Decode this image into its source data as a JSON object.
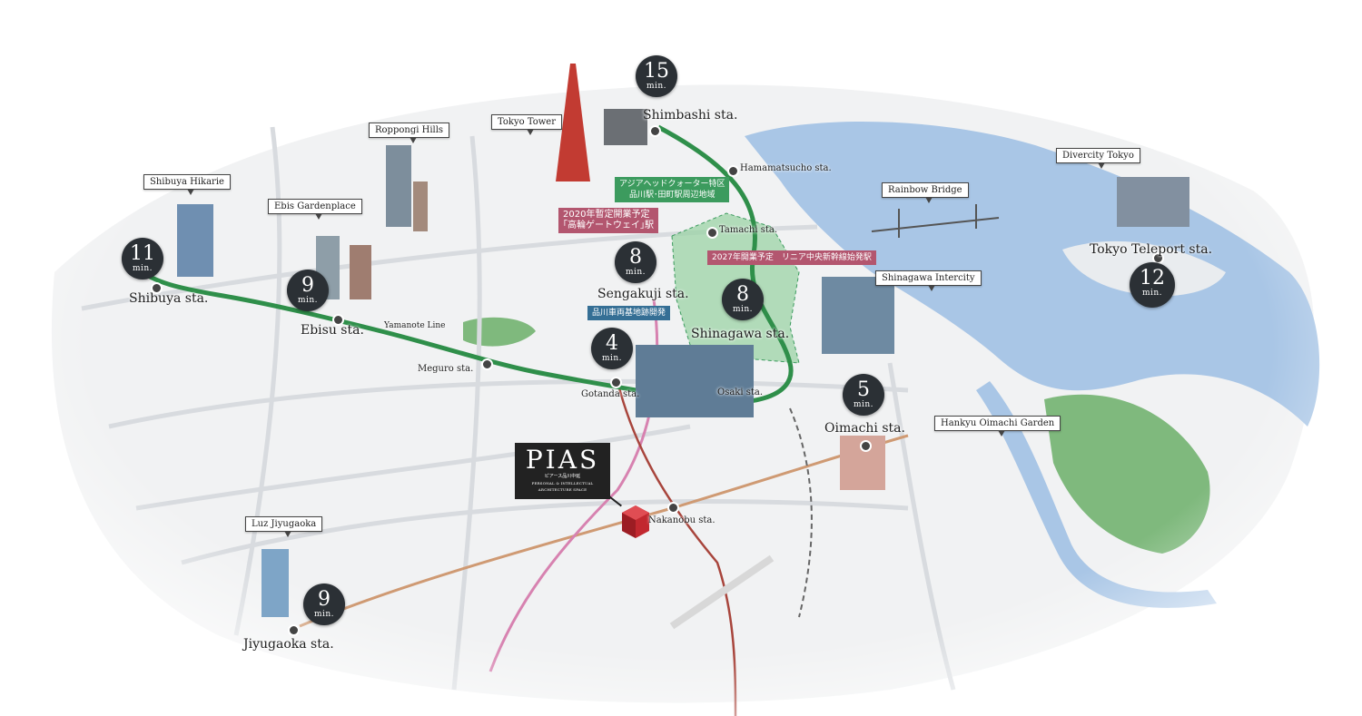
{
  "colors": {
    "water": "#a9c6e6",
    "land": "#f3f4f5",
    "road": "#d7dade",
    "green_area": "#74b574",
    "yamanote_line": "#2f8f4a",
    "pink_line": "#d782b0",
    "red_line": "#a8453c",
    "orange_line": "#cf9a73",
    "badge": "#2b3035",
    "dev_zone": "#9bd3a6"
  },
  "landmarks": {
    "tokyo_tower": "Tokyo Tower",
    "roppongi_hills": "Roppongi Hills",
    "shibuya_hikarie": "Shibuya Hikarie",
    "ebis_gardenplace": "Ebis Gardenplace",
    "rainbow_bridge": "Rainbow Bridge",
    "divercity_tokyo": "Divercity Tokyo",
    "shinagawa_intercity": "Shinagawa Intercity",
    "hankyu_oimachi_garden": "Hankyu Oimachi Garden",
    "luz_jiyugaoka": "Luz Jiyugaoka"
  },
  "time_unit": "min.",
  "times": {
    "shimbashi": "15",
    "shibuya": "11",
    "ebisu": "9",
    "sengakuji": "8",
    "shinagawa": "8",
    "gotanda": "4",
    "oimachi": "5",
    "tokyo_teleport": "12",
    "jiyugaoka": "9"
  },
  "stations": {
    "shimbashi": "Shimbashi sta.",
    "hamamatsucho": "Hamamatsucho sta.",
    "tamachi": "Tamachi sta.",
    "shibuya": "Shibuya sta.",
    "ebisu": "Ebisu sta.",
    "meguro": "Meguro sta.",
    "sengakuji": "Sengakuji sta.",
    "shinagawa": "Shinagawa sta.",
    "gotanda": "Gotanda sta.",
    "osaki": "Osaki sta.",
    "oimachi": "Oimachi sta.",
    "nakanobu": "Nakanobu sta.",
    "tokyo_teleport": "Tokyo Teleport sta.",
    "jiyugaoka": "Jiyugaoka sta."
  },
  "line_label": "Yamanote Line",
  "tags": {
    "asia_hq_1": "アジアヘッドクォーター特区",
    "asia_hq_2": "品川駅･田町駅周辺地域",
    "takanawa_1": "2020年暫定開業予定",
    "takanawa_2": "｢高輪ゲートウェイ｣駅",
    "linear": "2027年開業予定　リニア中央新幹線始発駅",
    "depot": "品川車両基地跡開発"
  },
  "pias": {
    "title": "PIAS",
    "subtitle_jp": "ピアース品川中延",
    "subtitle_en": "PERSONAL & INTELLECTUAL ARCHITECTURE SPACE"
  }
}
